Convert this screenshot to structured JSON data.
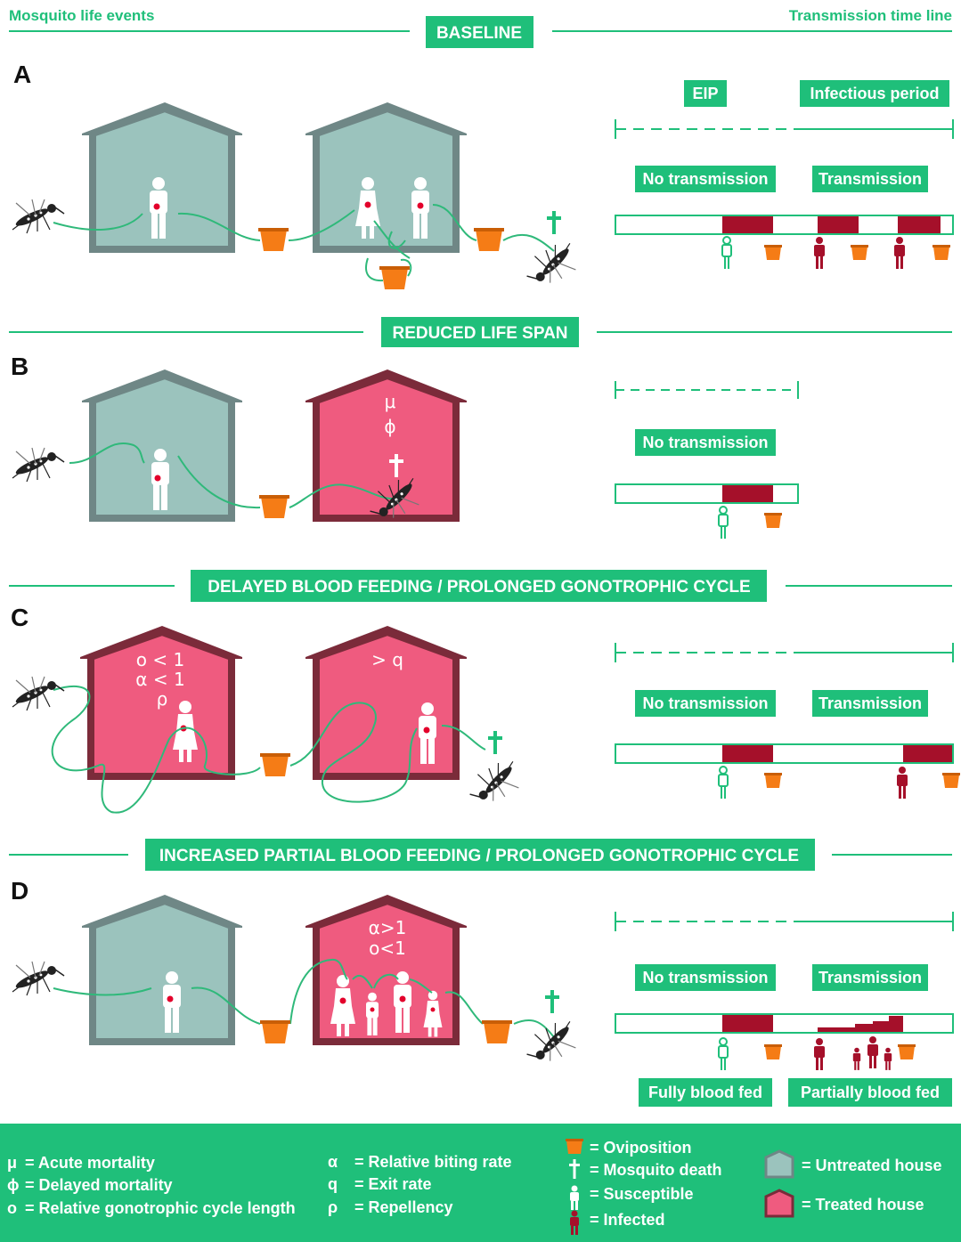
{
  "header": {
    "left": "Mosquito life events",
    "right": "Transmission time line"
  },
  "sections": [
    {
      "letter": "A",
      "title": "BASELINE"
    },
    {
      "letter": "B",
      "title": "REDUCED LIFE SPAN"
    },
    {
      "letter": "C",
      "title": "DELAYED BLOOD FEEDING / PROLONGED GONOTROPHIC CYCLE"
    },
    {
      "letter": "D",
      "title": "INCREASED PARTIAL BLOOD FEEDING / PROLONGED GONOTROPHIC CYCLE"
    }
  ],
  "timeline": {
    "eip": "EIP",
    "infectious_period": "Infectious period",
    "no_transmission": "No transmission",
    "transmission": "Transmission",
    "fully_blood_fed": "Fully blood fed",
    "partially_blood_fed": "Partially blood fed"
  },
  "house_symbols": {
    "b_treated": [
      "μ",
      "ϕ"
    ],
    "c_treated_1": [
      "o < 1",
      "α < 1",
      "ρ"
    ],
    "c_treated_2": [
      "> q"
    ],
    "d_treated": [
      "α>1",
      "o<1"
    ]
  },
  "legend": {
    "mu": {
      "sym": "μ",
      "text": "= Acute mortality"
    },
    "phi": {
      "sym": "ϕ",
      "text": "= Delayed mortality"
    },
    "o": {
      "sym": "o",
      "text": "= Relative gonotrophic cycle length"
    },
    "alpha": {
      "sym": "α",
      "text": "= Relative biting rate"
    },
    "q": {
      "sym": "q",
      "text": "= Exit rate"
    },
    "rho": {
      "sym": "ρ",
      "text": "= Repellency"
    },
    "oviposition": "= Oviposition",
    "death": "= Mosquito death",
    "susceptible": "= Susceptible",
    "infected": "= Infected",
    "untreated": "= Untreated house",
    "treated": "= Treated house"
  },
  "colors": {
    "green": "#1fbf7a",
    "untreated_fill": "#9bc3bd",
    "untreated_roof": "#6f8786",
    "treated_fill": "#ef5b7f",
    "treated_roof": "#7b2b3a",
    "blood": "#a5102a",
    "oviposition": "#f57c16"
  }
}
